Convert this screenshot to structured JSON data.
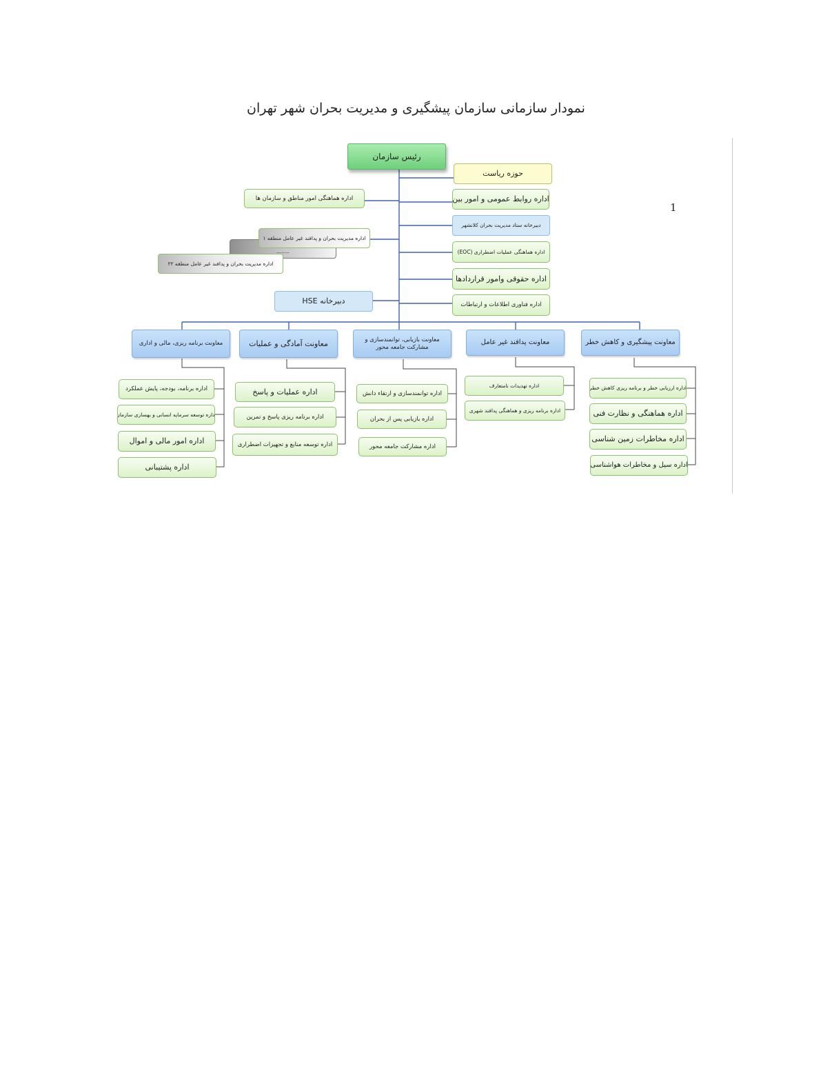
{
  "title": "نمودار سازمانی سازمان پیشگیری و مدیریت بحران شهر تهران",
  "page_number": "1",
  "head": "رئیس سازمان",
  "right_staff": [
    "حوزه ریاست",
    "اداره روابط عمومی و امور بین",
    "دبیرخانه ستاد مدیریت بحران کلانشهر",
    "اداره هماهنگی عملیات اضطراری (EOC)",
    "اداره حقوقی وامور قراردادها",
    "اداره فناوری اطلاعات و ارتباطات"
  ],
  "left_staff": {
    "coordination": "اداره هماهنگی امور مناطق و سازمان ها",
    "region_1": "اداره مدیریت بحران و پدافند غیر عامل منطقه ۱",
    "region_dots": "........",
    "region_22": "اداره مدیریت بحران و پدافند غیر عامل منطقه ۲۲",
    "hse": "دبیرخانه HSE"
  },
  "deputies": [
    {
      "name": "معاونت پیشگیری و کاهش خطر",
      "units": [
        "اداره ارزیابی خطر و برنامه ریزی کاهش خطر",
        "اداره هماهنگی و نظارت فنی",
        "اداره مخاطرات زمین شناسی",
        "اداره سیل و مخاطرات هواشناسی"
      ]
    },
    {
      "name": "معاونت پدافند غیر عامل",
      "units": [
        "اداره تهدیدات نامتعارف",
        "اداره برنامه ریزی و هماهنگی پدافند شهری"
      ]
    },
    {
      "name": "معاونت بازیابی، توانمندسازی و مشارکت جامعه محور",
      "units": [
        "اداره توانمندسازی و ارتقاء دانش",
        "اداره بازیابی پس از بحران",
        "اداره مشارکت جامعه محور"
      ]
    },
    {
      "name": "معاونت آمادگی و عملیات",
      "units": [
        "اداره عملیات و پاسخ",
        "اداره برنامه ریزی پاسخ و تمرین",
        "اداره توسعه منابع و تجهیزات اضطراری"
      ]
    },
    {
      "name": "معاونت برنامه ریزی، مالی و اداری",
      "units": [
        "اداره برنامه، بودجه، پایش عملکرد",
        "اداره توسعه سرمایه انسانی و بهسازی سازمان",
        "اداره امور مالی و اموال",
        "اداره پشتیبانی"
      ]
    }
  ],
  "colors": {
    "line": "#3d64b0",
    "head": "#7fd88a",
    "deputy": "#b3d3f6",
    "unit": "#e6f6d8",
    "staff_highlight": "#fdfbd0"
  }
}
